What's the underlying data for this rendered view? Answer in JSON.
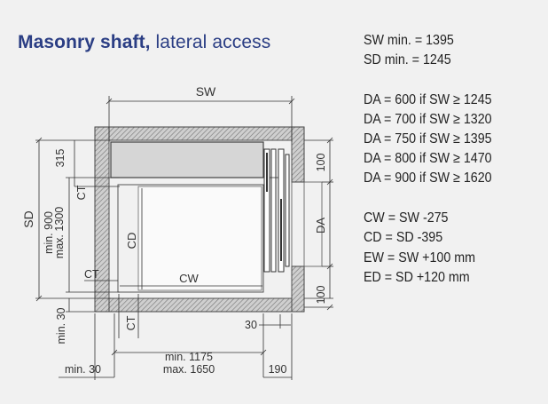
{
  "title": {
    "bold_part": "Masonry shaft,",
    "normal_part": " lateral access"
  },
  "minimums": [
    "SW min. = 1395",
    "SD min. = 1245"
  ],
  "door_widths": [
    "DA = 600 if SW ≥ 1245",
    "DA = 700 if SW ≥ 1320",
    "DA = 750 if SW ≥ 1395",
    "DA = 800 if SW ≥ 1470",
    "DA = 900 if SW ≥ 1620"
  ],
  "formulas": [
    "CW = SW -275",
    "CD = SD -395",
    "EW = SW +100 mm",
    "ED = SD +120 mm"
  ],
  "labels": {
    "sw": "SW",
    "sd": "SD",
    "cw": "CW",
    "cd": "CD",
    "da": "DA",
    "ct": "CT",
    "dim_315": "315",
    "dim_100": "100",
    "dim_30": "30",
    "dim_190": "190",
    "min_30": "min. 30",
    "min_900": "min. 900",
    "max_1300": "max. 1300",
    "min_1175": "min. 1175",
    "max_1650": "max. 1650"
  },
  "colors": {
    "title": "#2b3e84",
    "wall_hatch": "#9a9a9a",
    "counterweight_fill": "#d6d6d6",
    "background": "#f1f1f1"
  }
}
